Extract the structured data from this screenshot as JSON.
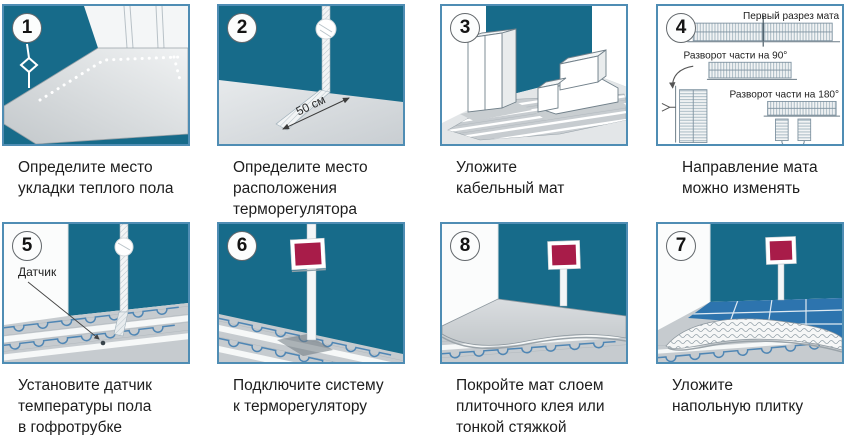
{
  "colors": {
    "wall_teal": "#176b8a",
    "panel_border": "#4f8db4",
    "thermostat_red": "#a81c49",
    "tile_blue": "#2d74ae",
    "cable_blue": "#4f86b4",
    "floor_gray": "#ccd1d4",
    "mat_gray": "#c6cbcf"
  },
  "panels": [
    {
      "badge": "1",
      "caption": "Определите место\nукладки теплого пола"
    },
    {
      "badge": "2",
      "caption": "Определите место\nрасположения\nтерморегулятора",
      "dim_label": "50 см"
    },
    {
      "badge": "3",
      "caption": "Уложите\nкабельный мат"
    },
    {
      "badge": "4",
      "caption": "Направление мата\nможно изменять",
      "labels": {
        "first_cut": "Первый разрез мата",
        "turn_90": "Разворот части на 90°",
        "turn_180": "Разворот части на 180°"
      }
    },
    {
      "badge": "5",
      "caption": "Установите датчик\nтемпературы пола\nв гофротрубке",
      "sensor_label": "Датчик"
    },
    {
      "badge": "6",
      "caption": "Подключите систему\nк терморегулятору"
    },
    {
      "badge": "8",
      "caption": "Покройте мат слоем\nплиточного клея или\nтонкой стяжкой"
    },
    {
      "badge": "7",
      "caption": "Уложите\nнапольную плитку"
    }
  ]
}
